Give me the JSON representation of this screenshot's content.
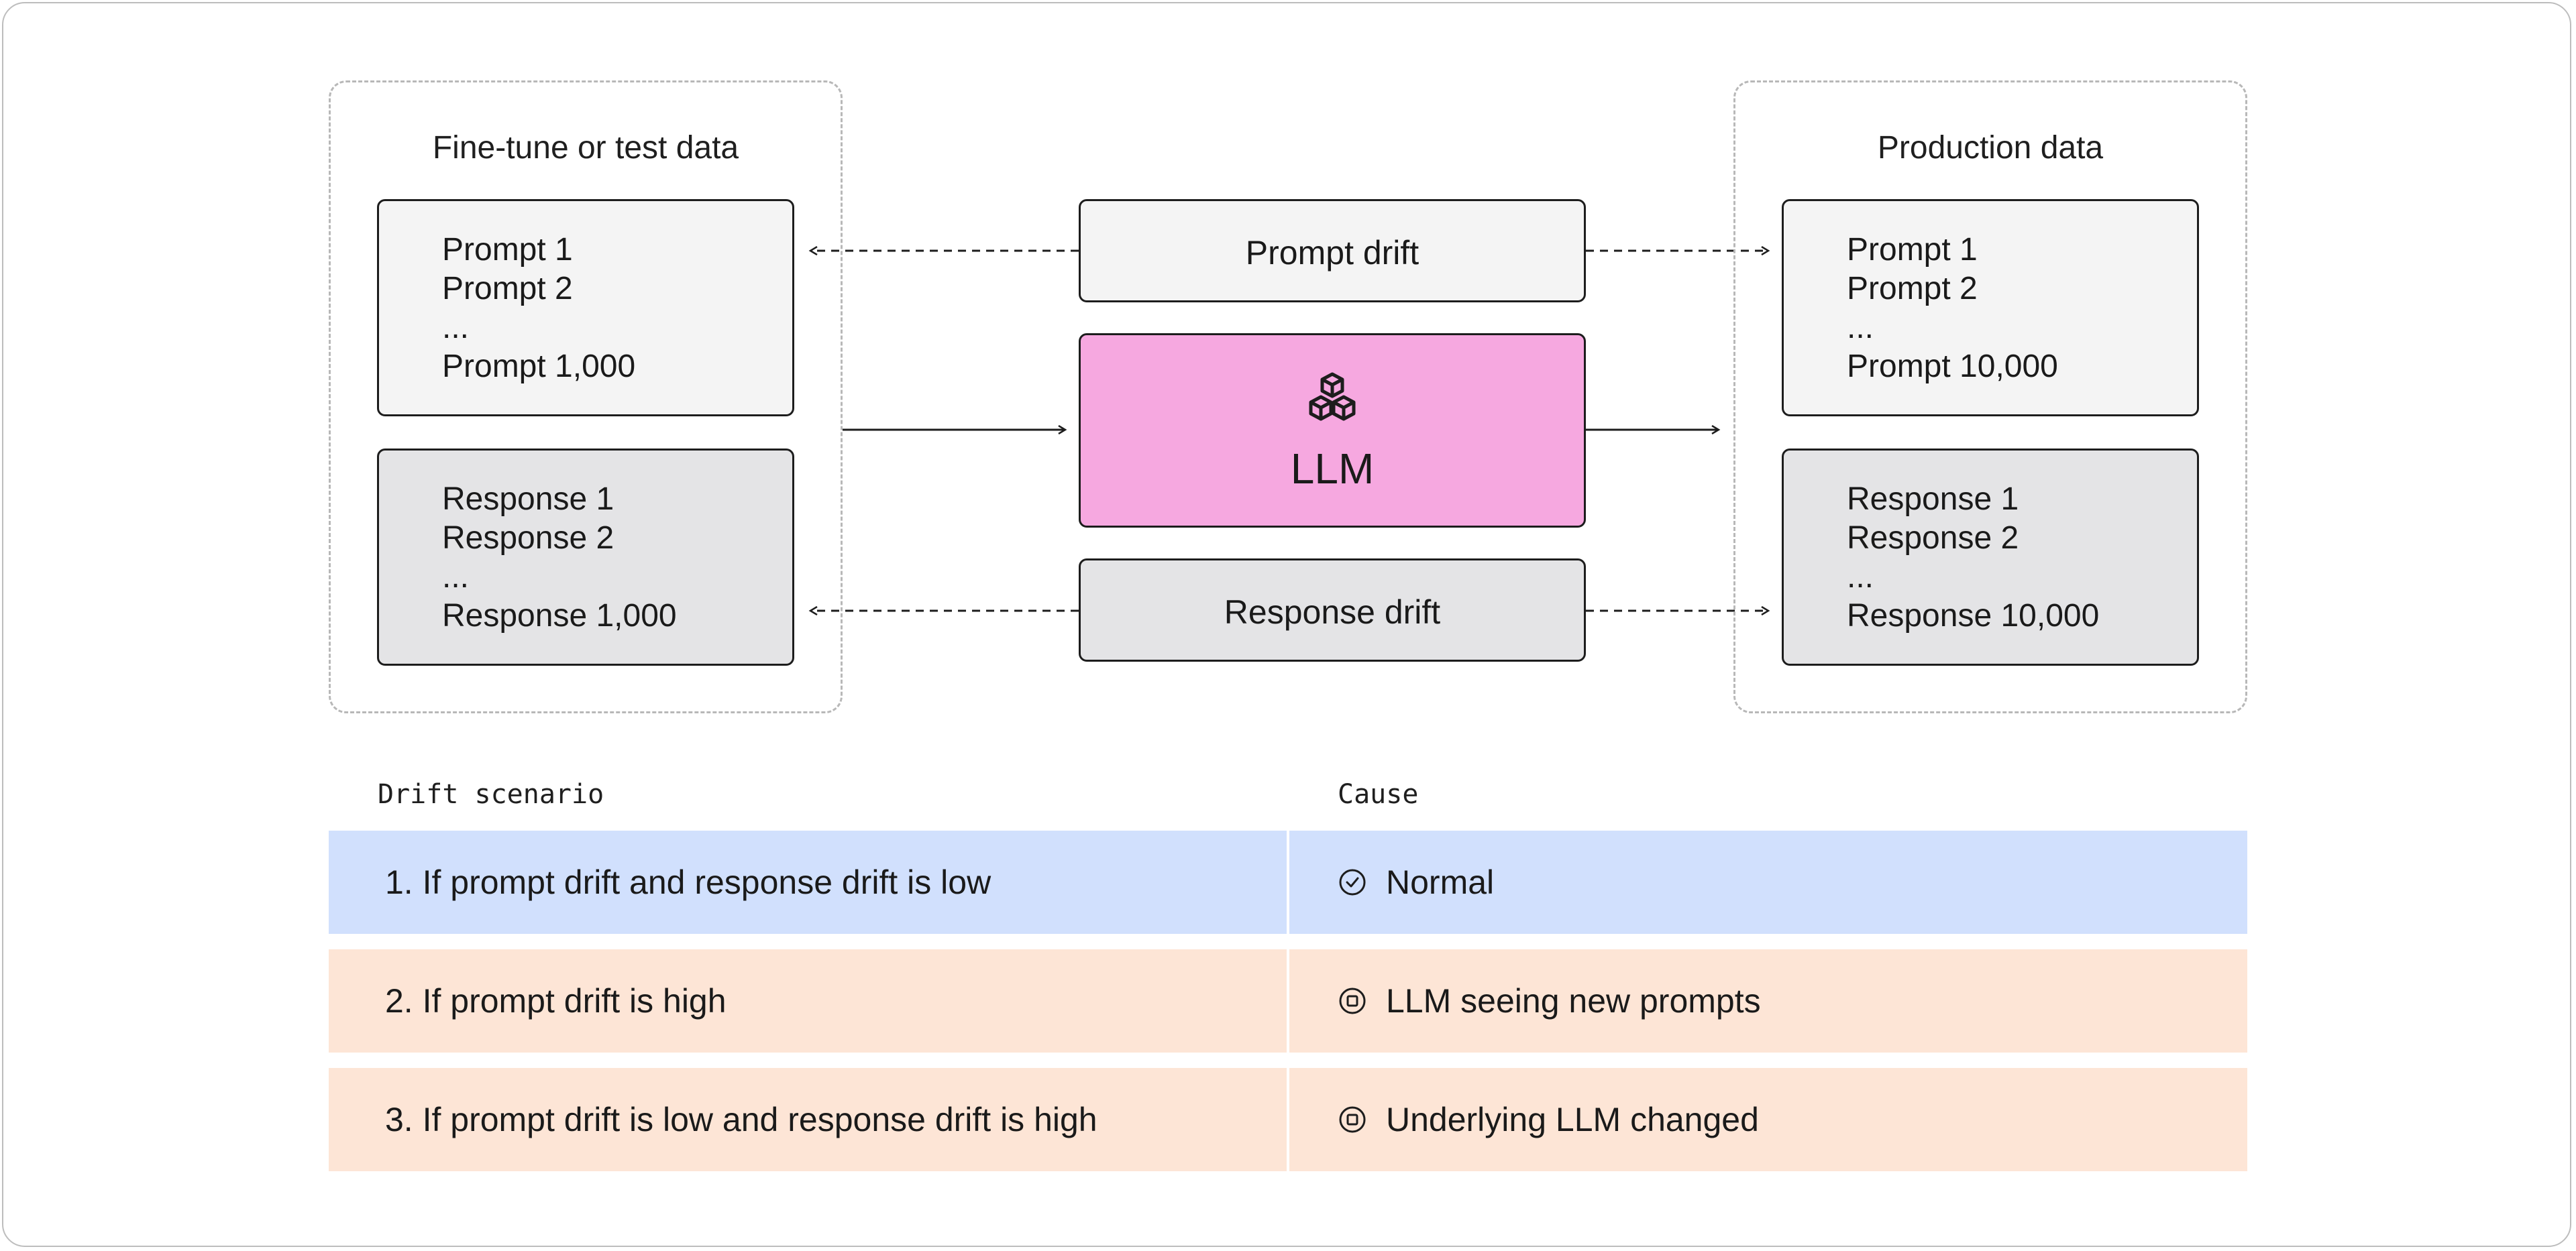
{
  "diagram": {
    "left_group": {
      "title": "Fine-tune or test data",
      "prompts": [
        "Prompt 1",
        "Prompt 2",
        "...",
        "Prompt 1,000"
      ],
      "responses": [
        "Response 1",
        "Response 2",
        "...",
        "Response 1,000"
      ]
    },
    "center": {
      "prompt_drift_label": "Prompt drift",
      "llm_label": "LLM",
      "llm_icon": "cubes-icon",
      "response_drift_label": "Response drift"
    },
    "right_group": {
      "title": "Production data",
      "prompts": [
        "Prompt 1",
        "Prompt 2",
        "...",
        "Prompt 10,000"
      ],
      "responses": [
        "Response 1",
        "Response 2",
        "...",
        "Response 10,000"
      ]
    },
    "colors": {
      "prompt_box": "#f4f4f4",
      "response_box": "#e4e4e6",
      "llm_box": "#f6a8e0",
      "row_normal": "#d1e0fd",
      "row_alert": "#fde5d6"
    }
  },
  "table": {
    "headers": {
      "scenario": "Drift scenario",
      "cause": "Cause"
    },
    "rows": [
      {
        "scenario": "1. If prompt drift and response drift is low",
        "cause": "Normal",
        "icon": "check-circle-icon"
      },
      {
        "scenario": "2. If prompt drift is high",
        "cause": "LLM seeing new prompts",
        "icon": "stop-circle-icon"
      },
      {
        "scenario": "3. If prompt drift is low and response drift is high",
        "cause": "Underlying LLM changed",
        "icon": "stop-circle-icon"
      }
    ]
  }
}
